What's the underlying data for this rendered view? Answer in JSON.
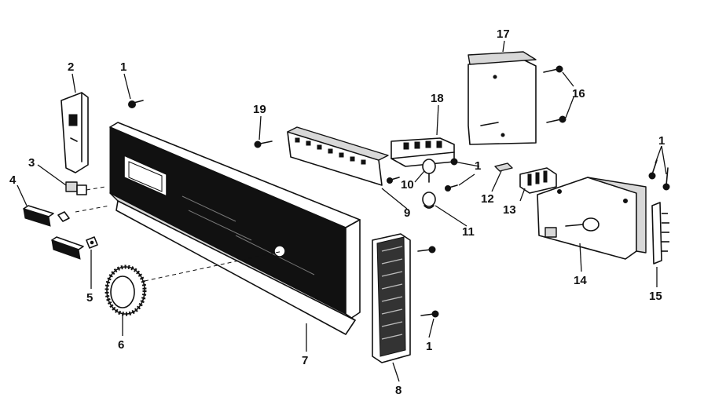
{
  "callouts": {
    "c1a": "1",
    "c1b": "1",
    "c1c": "1",
    "c1d": "1",
    "c2": "2",
    "c3": "3",
    "c4": "4",
    "c5": "5",
    "c6": "6",
    "c7": "7",
    "c8": "8",
    "c9": "9",
    "c10": "10",
    "c11": "11",
    "c12": "12",
    "c13": "13",
    "c14": "14",
    "c15": "15",
    "c16": "16",
    "c17": "17",
    "c18": "18",
    "c19": "19"
  }
}
